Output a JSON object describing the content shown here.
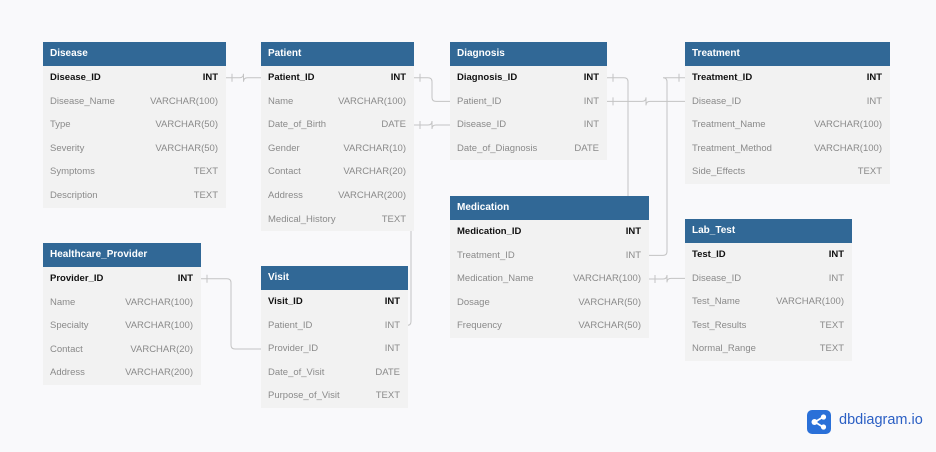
{
  "tables": [
    {
      "id": "disease",
      "name": "Disease",
      "fields": [
        {
          "name": "Disease_ID",
          "type": "INT",
          "pk": true
        },
        {
          "name": "Disease_Name",
          "type": "VARCHAR(100)"
        },
        {
          "name": "Type",
          "type": "VARCHAR(50)"
        },
        {
          "name": "Severity",
          "type": "VARCHAR(50)"
        },
        {
          "name": "Symptoms",
          "type": "TEXT"
        },
        {
          "name": "Description",
          "type": "TEXT"
        }
      ]
    },
    {
      "id": "patient",
      "name": "Patient",
      "fields": [
        {
          "name": "Patient_ID",
          "type": "INT",
          "pk": true
        },
        {
          "name": "Name",
          "type": "VARCHAR(100)"
        },
        {
          "name": "Date_of_Birth",
          "type": "DATE"
        },
        {
          "name": "Gender",
          "type": "VARCHAR(10)"
        },
        {
          "name": "Contact",
          "type": "VARCHAR(20)"
        },
        {
          "name": "Address",
          "type": "VARCHAR(200)"
        },
        {
          "name": "Medical_History",
          "type": "TEXT"
        }
      ]
    },
    {
      "id": "diagnosis",
      "name": "Diagnosis",
      "fields": [
        {
          "name": "Diagnosis_ID",
          "type": "INT",
          "pk": true
        },
        {
          "name": "Patient_ID",
          "type": "INT"
        },
        {
          "name": "Disease_ID",
          "type": "INT"
        },
        {
          "name": "Date_of_Diagnosis",
          "type": "DATE"
        }
      ]
    },
    {
      "id": "treatment",
      "name": "Treatment",
      "fields": [
        {
          "name": "Treatment_ID",
          "type": "INT",
          "pk": true
        },
        {
          "name": "Disease_ID",
          "type": "INT"
        },
        {
          "name": "Treatment_Name",
          "type": "VARCHAR(100)"
        },
        {
          "name": "Treatment_Method",
          "type": "VARCHAR(100)"
        },
        {
          "name": "Side_Effects",
          "type": "TEXT"
        }
      ]
    },
    {
      "id": "medication",
      "name": "Medication",
      "fields": [
        {
          "name": "Medication_ID",
          "type": "INT",
          "pk": true
        },
        {
          "name": "Treatment_ID",
          "type": "INT"
        },
        {
          "name": "Medication_Name",
          "type": "VARCHAR(100)"
        },
        {
          "name": "Dosage",
          "type": "VARCHAR(50)"
        },
        {
          "name": "Frequency",
          "type": "VARCHAR(50)"
        }
      ]
    },
    {
      "id": "lab_test",
      "name": "Lab_Test",
      "fields": [
        {
          "name": "Test_ID",
          "type": "INT",
          "pk": true
        },
        {
          "name": "Disease_ID",
          "type": "INT"
        },
        {
          "name": "Test_Name",
          "type": "VARCHAR(100)"
        },
        {
          "name": "Test_Results",
          "type": "TEXT"
        },
        {
          "name": "Normal_Range",
          "type": "TEXT"
        }
      ]
    },
    {
      "id": "healthcare_provider",
      "name": "Healthcare_Provider",
      "fields": [
        {
          "name": "Provider_ID",
          "type": "INT",
          "pk": true
        },
        {
          "name": "Name",
          "type": "VARCHAR(100)"
        },
        {
          "name": "Specialty",
          "type": "VARCHAR(100)"
        },
        {
          "name": "Contact",
          "type": "VARCHAR(20)"
        },
        {
          "name": "Address",
          "type": "VARCHAR(200)"
        }
      ]
    },
    {
      "id": "visit",
      "name": "Visit",
      "fields": [
        {
          "name": "Visit_ID",
          "type": "INT",
          "pk": true
        },
        {
          "name": "Patient_ID",
          "type": "INT"
        },
        {
          "name": "Provider_ID",
          "type": "INT"
        },
        {
          "name": "Date_of_Visit",
          "type": "DATE"
        },
        {
          "name": "Purpose_of_Visit",
          "type": "TEXT"
        }
      ]
    }
  ],
  "relationships": [
    {
      "from_table": "disease",
      "from_field": "Disease_ID",
      "to_table": "patient",
      "to_field": "Patient_ID"
    },
    {
      "from_table": "patient",
      "from_field": "Patient_ID",
      "to_table": "diagnosis",
      "to_field": "Patient_ID"
    },
    {
      "from_table": "patient",
      "from_field": "Date_of_Birth",
      "to_table": "diagnosis",
      "to_field": "Disease_ID"
    },
    {
      "from_table": "diagnosis",
      "from_field": "Patient_ID",
      "to_table": "treatment",
      "to_field": "Disease_ID"
    },
    {
      "from_table": "treatment",
      "from_field": "Treatment_ID",
      "to_table": "medication",
      "to_field": "Treatment_ID"
    },
    {
      "from_table": "diagnosis",
      "from_field": "Diagnosis_ID",
      "to_table": "medication",
      "to_field": "Medication_ID"
    },
    {
      "from_table": "patient",
      "from_field": "Patient_ID",
      "to_table": "visit",
      "to_field": "Patient_ID"
    },
    {
      "from_table": "healthcare_provider",
      "from_field": "Provider_ID",
      "to_table": "visit",
      "to_field": "Provider_ID"
    },
    {
      "from_table": "medication",
      "from_field": "Medication_Name",
      "to_table": "lab_test",
      "to_field": "Disease_ID"
    }
  ],
  "colors": {
    "header_bg": "#316896",
    "header_text": "#ffffff",
    "body_bg": "#f2f2f2",
    "pk_text": "#111111",
    "field_text": "#8a8a8a",
    "canvas_bg": "#f9f9fb",
    "connector": "#c4c4c4",
    "brand": "#2b5fc4"
  },
  "brand": {
    "text": "dbdiagram.io",
    "icon": "dbdiagram-share-icon"
  }
}
